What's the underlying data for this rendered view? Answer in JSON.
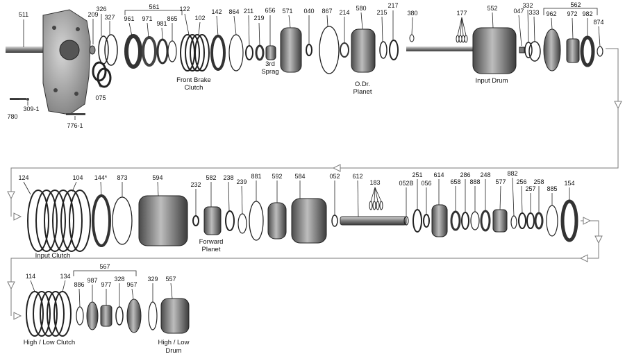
{
  "row1": {
    "labels": [
      "511",
      "209",
      "326",
      "327",
      "561",
      "122",
      "961",
      "971",
      "981",
      "865",
      "102",
      "142",
      "864",
      "211",
      "219",
      "656",
      "571",
      "040",
      "867",
      "214",
      "580",
      "215",
      "217",
      "380",
      "177",
      "552",
      "047",
      "332",
      "333",
      "562",
      "962",
      "972",
      "982",
      "874"
    ],
    "captions": {
      "front_brake": "Front Brake",
      "front_brake_2": "Clutch",
      "sprag": "3rd",
      "sprag_2": "Sprag",
      "odr": "O.Dr.",
      "odr_2": "Planet",
      "input_drum": "Input Drum"
    },
    "case_labels": [
      "780",
      "309-1",
      "075",
      "776-1"
    ]
  },
  "row2": {
    "labels": [
      "124",
      "104",
      "144*",
      "873",
      "594",
      "232",
      "582",
      "238",
      "239",
      "881",
      "592",
      "584",
      "052",
      "612",
      "183",
      "052B",
      "251",
      "056",
      "614",
      "286",
      "658",
      "248",
      "888",
      "577",
      "882",
      "256",
      "257",
      "258",
      "885",
      "154"
    ],
    "captions": {
      "input_clutch": "Input Clutch",
      "forward": "Forward",
      "forward_2": "Planet"
    }
  },
  "row3": {
    "labels": [
      "114",
      "134",
      "567",
      "886",
      "987",
      "977",
      "328",
      "967",
      "329",
      "557"
    ],
    "captions": {
      "highlow_clutch": "High / Low Clutch",
      "highlow_drum": "High / Low",
      "highlow_drum_2": "Drum"
    }
  },
  "colors": {
    "ink": "#111111",
    "arrow": "#7a7a7a",
    "metal_dark": "#3a3a3a",
    "metal_mid": "#8c8c8c",
    "metal_light": "#cfcfcf"
  }
}
